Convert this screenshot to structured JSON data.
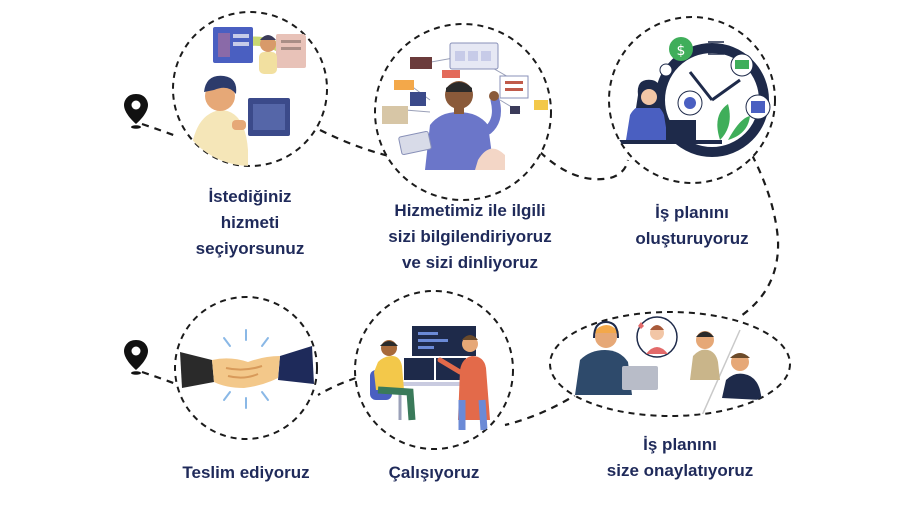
{
  "colors": {
    "text": "#1f2a5a",
    "dash": "#1b1b1b",
    "accent_blue": "#4a5fc1",
    "accent_orange": "#f3a84a",
    "accent_green": "#3fae5a"
  },
  "steps": [
    {
      "id": "select",
      "lines": [
        "İstediğiniz",
        "hizmeti",
        "seçiyorsunuz"
      ],
      "icon": "person-choosing-service-icon"
    },
    {
      "id": "inform",
      "lines": [
        "Hizmetimiz ile ilgili",
        "sizi bilgilendiriyoruz",
        "ve sizi dinliyoruz"
      ],
      "icon": "presenter-network-icon"
    },
    {
      "id": "plan",
      "lines": [
        "İş planını",
        "oluşturuyoruz"
      ],
      "icon": "clock-planning-icon"
    },
    {
      "id": "approve",
      "lines": [
        "İş planını",
        "size onaylatıyoruz"
      ],
      "icon": "call-center-approval-icon"
    },
    {
      "id": "work",
      "lines": [
        "Çalışıyoruz"
      ],
      "icon": "team-working-icon"
    },
    {
      "id": "deliver",
      "lines": [
        "Teslim ediyoruz"
      ],
      "icon": "handshake-icon"
    }
  ],
  "markers": [
    "location-pin-icon",
    "location-pin-icon"
  ]
}
